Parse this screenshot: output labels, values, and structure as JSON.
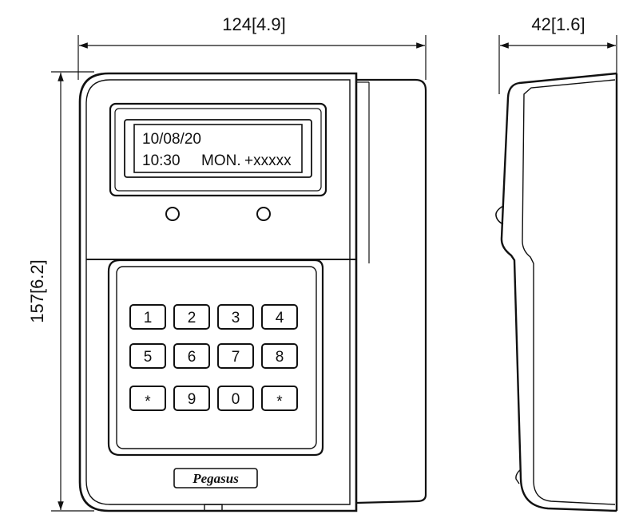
{
  "dimensions": {
    "width": "124[4.9]",
    "depth": "42[1.6]",
    "height": "157[6.2]"
  },
  "display": {
    "line1": "10/08/20",
    "line2_time": "10:30",
    "line2_day": "MON.",
    "line2_extra": "+xxxxx"
  },
  "keypad": {
    "keys": [
      "1",
      "2",
      "3",
      "4",
      "5",
      "6",
      "7",
      "8",
      "*",
      "9",
      "0",
      "*"
    ]
  },
  "brand": "Pegasus",
  "colors": {
    "line": "#111111",
    "background": "#ffffff"
  }
}
